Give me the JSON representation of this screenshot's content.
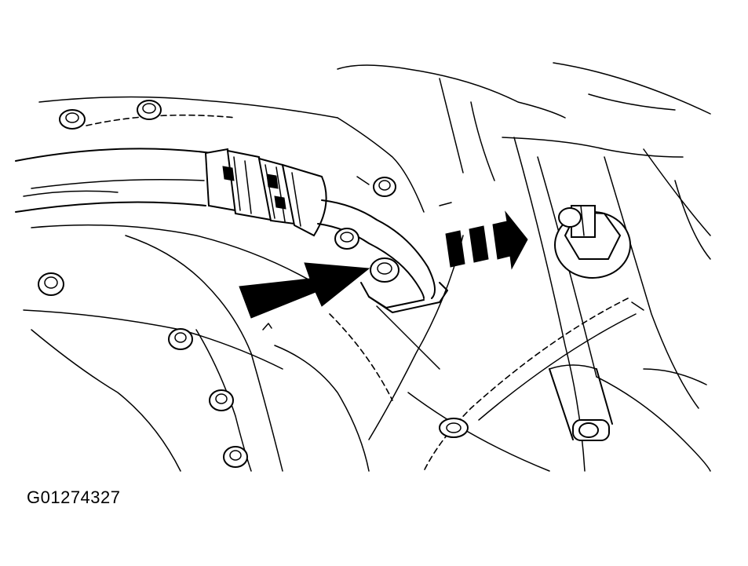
{
  "figure": {
    "caption": "G01274327",
    "depicts": [
      "hose-fitting",
      "pipe-bracket",
      "bracket-bolt",
      "removal-arrow",
      "direction-arrow",
      "housing-bolts"
    ]
  },
  "colors": {
    "ink": "#000000",
    "paper": "#ffffff"
  }
}
